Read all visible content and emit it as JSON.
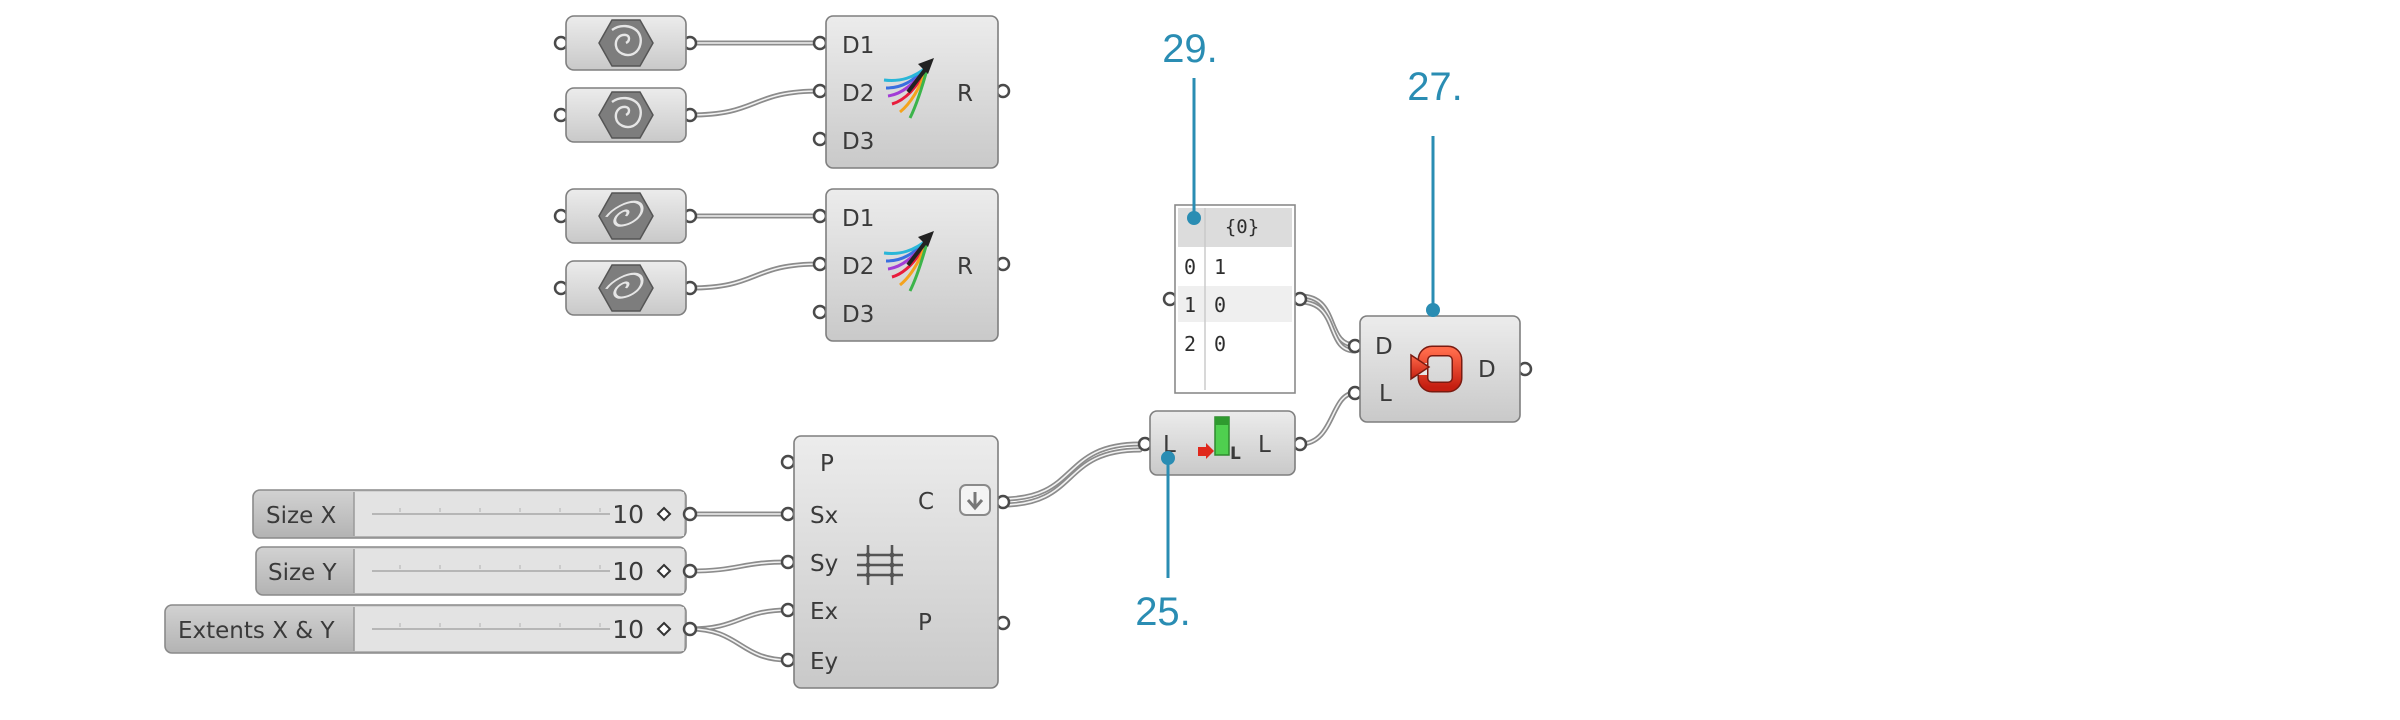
{
  "colors": {
    "accent": "#2a8db3",
    "component_fill": "#d7d7d7",
    "wire": "#8c8c8c",
    "toggle_icon": "#e03a20"
  },
  "spiral_params": [
    {
      "icon": "spiral-icon"
    },
    {
      "icon": "spiral-icon"
    },
    {
      "icon": "spiral-tilted-icon"
    },
    {
      "icon": "spiral-tilted-icon"
    }
  ],
  "domain_comp": {
    "inputs": [
      "D1",
      "D2",
      "D3"
    ],
    "output": "R",
    "icon": "gradient-arrow-icon"
  },
  "sliders": [
    {
      "label": "Size X",
      "value": "10"
    },
    {
      "label": "Size Y",
      "value": "10"
    },
    {
      "label": "Extents X & Y",
      "value": "10"
    }
  ],
  "grid_comp": {
    "inputs": [
      "P",
      "Sx",
      "Sy",
      "Ex",
      "Ey"
    ],
    "outputs": [
      "C",
      "P"
    ],
    "icon": "grid-icon",
    "flatten_icon": "flatten-arrow-icon"
  },
  "panel": {
    "header": "{0}",
    "rows": [
      {
        "index": "0",
        "value": "1"
      },
      {
        "index": "1",
        "value": "0"
      },
      {
        "index": "2",
        "value": "0"
      }
    ]
  },
  "list_length": {
    "input": "L",
    "output": "L",
    "icon": "list-length-icon"
  },
  "dispatch": {
    "inputs": [
      "D",
      "L"
    ],
    "output": "D",
    "icon": "loop-arrow-icon"
  },
  "callouts": {
    "panel": "29.",
    "dispatch": "27.",
    "list_length": "25."
  }
}
